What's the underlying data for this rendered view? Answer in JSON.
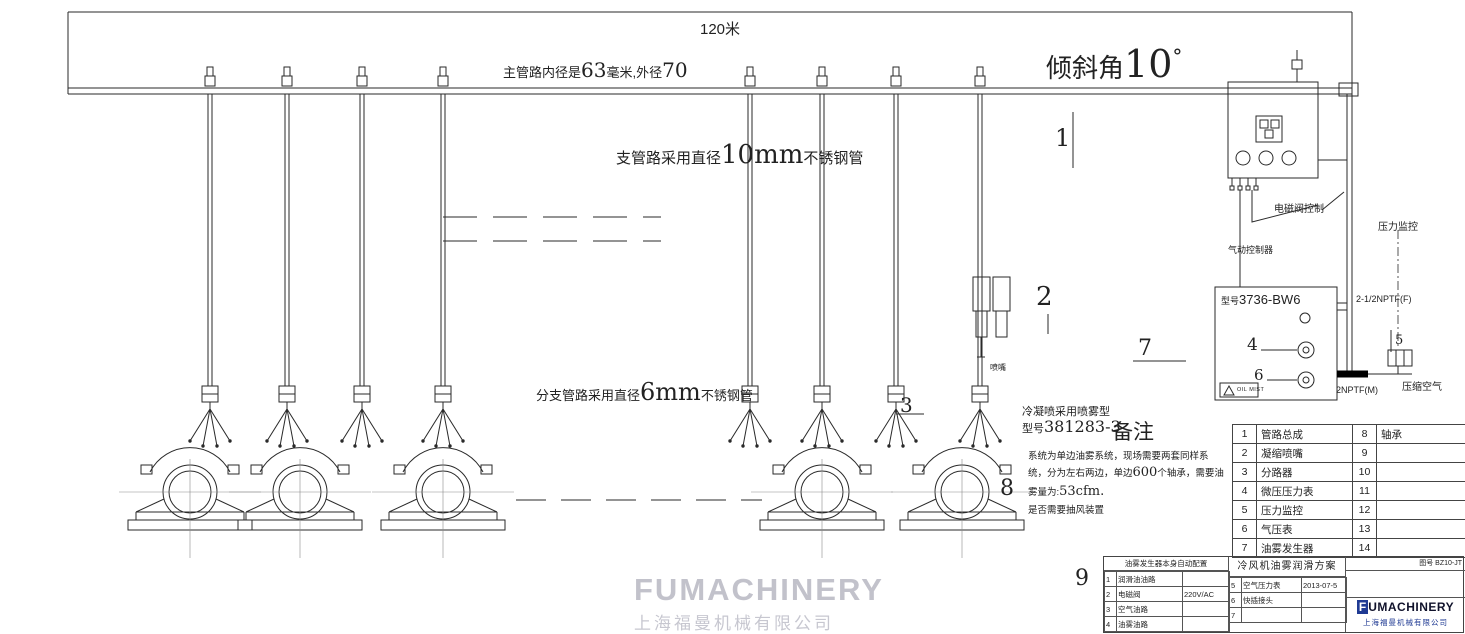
{
  "colors": {
    "line": "#2a2a2a",
    "logo_blue": "#1f3a93",
    "watermark_gray": "#c2c2cb"
  },
  "annotations": {
    "pipe_length": "120米",
    "incline_prefix": "倾斜角",
    "incline_value": "10",
    "incline_degree": "°",
    "main_pipe_prefix": "主管路内径是",
    "main_pipe_inner": "63",
    "main_pipe_mid": "毫米,外径",
    "main_pipe_outer": "70",
    "branch_prefix": "支管路采用直径",
    "branch_size": "10mm",
    "branch_suffix": "不锈钢管",
    "subbranch_prefix": "分支管路采用直径",
    "subbranch_size": "6mm",
    "subbranch_suffix": "不锈钢管",
    "nozzle_line1": "冷凝喷采用喷雾型",
    "nozzle_model_prefix": "型号",
    "nozzle_model": "381283-3",
    "nozzle_detail_label": "喷嘴",
    "device_model_prefix": "型号",
    "device_model": "3736-BW6",
    "solenoid_control": "电磁阀控制",
    "pneumatic_control": "气动控制器",
    "pressure_monitor": "压力监控",
    "fitting_f": "2-1/2NPTF(F)",
    "fitting_m": "2NPTF(M)",
    "compressed_air": "压缩空气",
    "oil_mist": "OIL MIST",
    "remarks_title": "备注",
    "remarks_p1": "系统为单边油雾系统，现场需要两套同样系统，分为左右两边，单边",
    "remarks_n1": "600",
    "remarks_p2": "个轴承，需要油雾量为:",
    "remarks_n2": "53cfm.",
    "remarks_question": "是否需要抽风装置"
  },
  "callouts": {
    "c1": "1",
    "c2": "2",
    "c3": "3",
    "c4": "4",
    "c5": "5",
    "c6": "6",
    "c7": "7",
    "c8": "8",
    "c9": "9"
  },
  "parts_table": {
    "rows": [
      {
        "n1": "1",
        "name1": "管路总成",
        "n2": "8",
        "name2": "轴承"
      },
      {
        "n1": "2",
        "name1": "凝缩喷嘴",
        "n2": "9",
        "name2": ""
      },
      {
        "n1": "3",
        "name1": "分路器",
        "n2": "10",
        "name2": ""
      },
      {
        "n1": "4",
        "name1": "微压压力表",
        "n2": "11",
        "name2": ""
      },
      {
        "n1": "5",
        "name1": "压力监控",
        "n2": "12",
        "name2": ""
      },
      {
        "n1": "6",
        "name1": "气压表",
        "n2": "13",
        "name2": ""
      },
      {
        "n1": "7",
        "name1": "油雾发生器",
        "n2": "14",
        "name2": ""
      }
    ]
  },
  "title_block": {
    "config_header": "油雾发生器本身自动配置",
    "config_rows": [
      {
        "num": "1",
        "name": "润滑油油路",
        "spec": ""
      },
      {
        "num": "2",
        "name": "电磁阀",
        "spec": "220V/AC"
      },
      {
        "num": "3",
        "name": "空气油路",
        "spec": ""
      },
      {
        "num": "4",
        "name": "油雾油路",
        "spec": ""
      }
    ],
    "extra_rows": [
      {
        "num": "5",
        "name": "空气压力表",
        "extra": "2013-07-5"
      },
      {
        "num": "6",
        "name": "快插接头",
        "extra": ""
      },
      {
        "num": "7",
        "name": "",
        "extra": ""
      }
    ],
    "title": "冷风机油雾润滑方案",
    "drawing_no": "图号 BZ10-JT"
  },
  "watermark": {
    "brand": "FUMACHINERY",
    "company": "上海福曼机械有限公司"
  },
  "logo": {
    "brand_initial": "F",
    "brand_rest": "UMACHINERY",
    "company": "上海福曼机械有限公司"
  }
}
